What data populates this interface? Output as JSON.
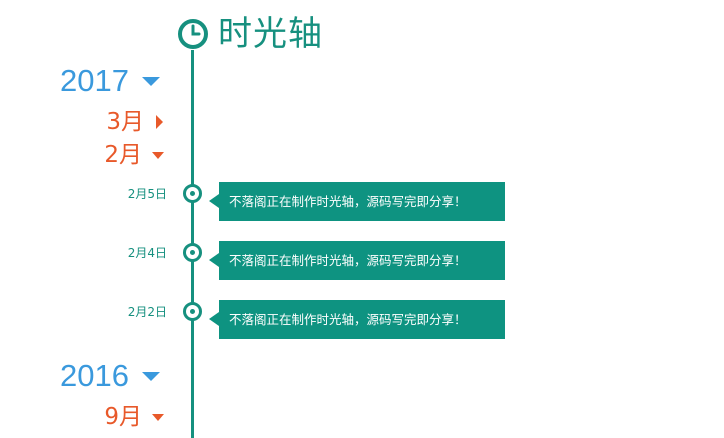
{
  "header": {
    "title": "时光轴",
    "icon": "clock-icon"
  },
  "colors": {
    "accent": "#16907f",
    "card": "#0e9381",
    "year": "#3a99dd",
    "month": "#e8592a"
  },
  "years": [
    {
      "label": "2017",
      "expanded": true,
      "months": [
        {
          "label": "3月",
          "expanded": false
        },
        {
          "label": "2月",
          "expanded": true
        }
      ]
    },
    {
      "label": "2016",
      "expanded": true,
      "months": [
        {
          "label": "9月",
          "expanded": true
        }
      ]
    }
  ],
  "events": [
    {
      "date": "2月5日",
      "text": "不落阁正在制作时光轴，源码写完即分享！"
    },
    {
      "date": "2月4日",
      "text": "不落阁正在制作时光轴，源码写完即分享！"
    },
    {
      "date": "2月2日",
      "text": "不落阁正在制作时光轴，源码写完即分享！"
    }
  ]
}
